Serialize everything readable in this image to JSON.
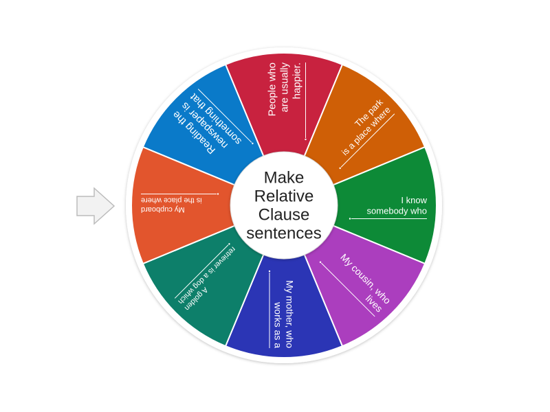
{
  "wheel": {
    "center_label_lines": [
      "Make",
      "Relative",
      "Clause",
      "sentences"
    ],
    "segments": [
      {
        "id": "people-who",
        "lines": [
          "People who",
          "are usually",
          "happier."
        ],
        "color": "#c8223f",
        "font_size": 15
      },
      {
        "id": "the-park",
        "lines": [
          "The park",
          "is a place where"
        ],
        "color": "#cf5f06",
        "font_size": 13
      },
      {
        "id": "i-know",
        "lines": [
          "I know",
          "somebody who"
        ],
        "color": "#0d8a37",
        "font_size": 13
      },
      {
        "id": "my-cousin",
        "lines": [
          "My cousin, who",
          "lives"
        ],
        "color": "#ab3ebe",
        "font_size": 14
      },
      {
        "id": "my-mother",
        "lines": [
          "My mother, who",
          "works as a"
        ],
        "color": "#2b35b5",
        "font_size": 14
      },
      {
        "id": "golden-retriever",
        "lines": [
          "A golden",
          "retriever is a dog which"
        ],
        "color": "#0d7f6a",
        "font_size": 11
      },
      {
        "id": "my-cupboard",
        "lines": [
          "My cupboard",
          "is the place where"
        ],
        "color": "#e2552d",
        "font_size": 11
      },
      {
        "id": "reading",
        "lines": [
          "Reading the",
          "newspaper is",
          "something that"
        ],
        "color": "#0a7ac9",
        "font_size": 15
      }
    ],
    "outer_ring_color": "#ffffff",
    "hub_color": "#ffffff"
  },
  "pointer": {
    "icon": "arrow-right-icon",
    "color": "#f2f2f2",
    "stroke": "#bbbbbb"
  }
}
